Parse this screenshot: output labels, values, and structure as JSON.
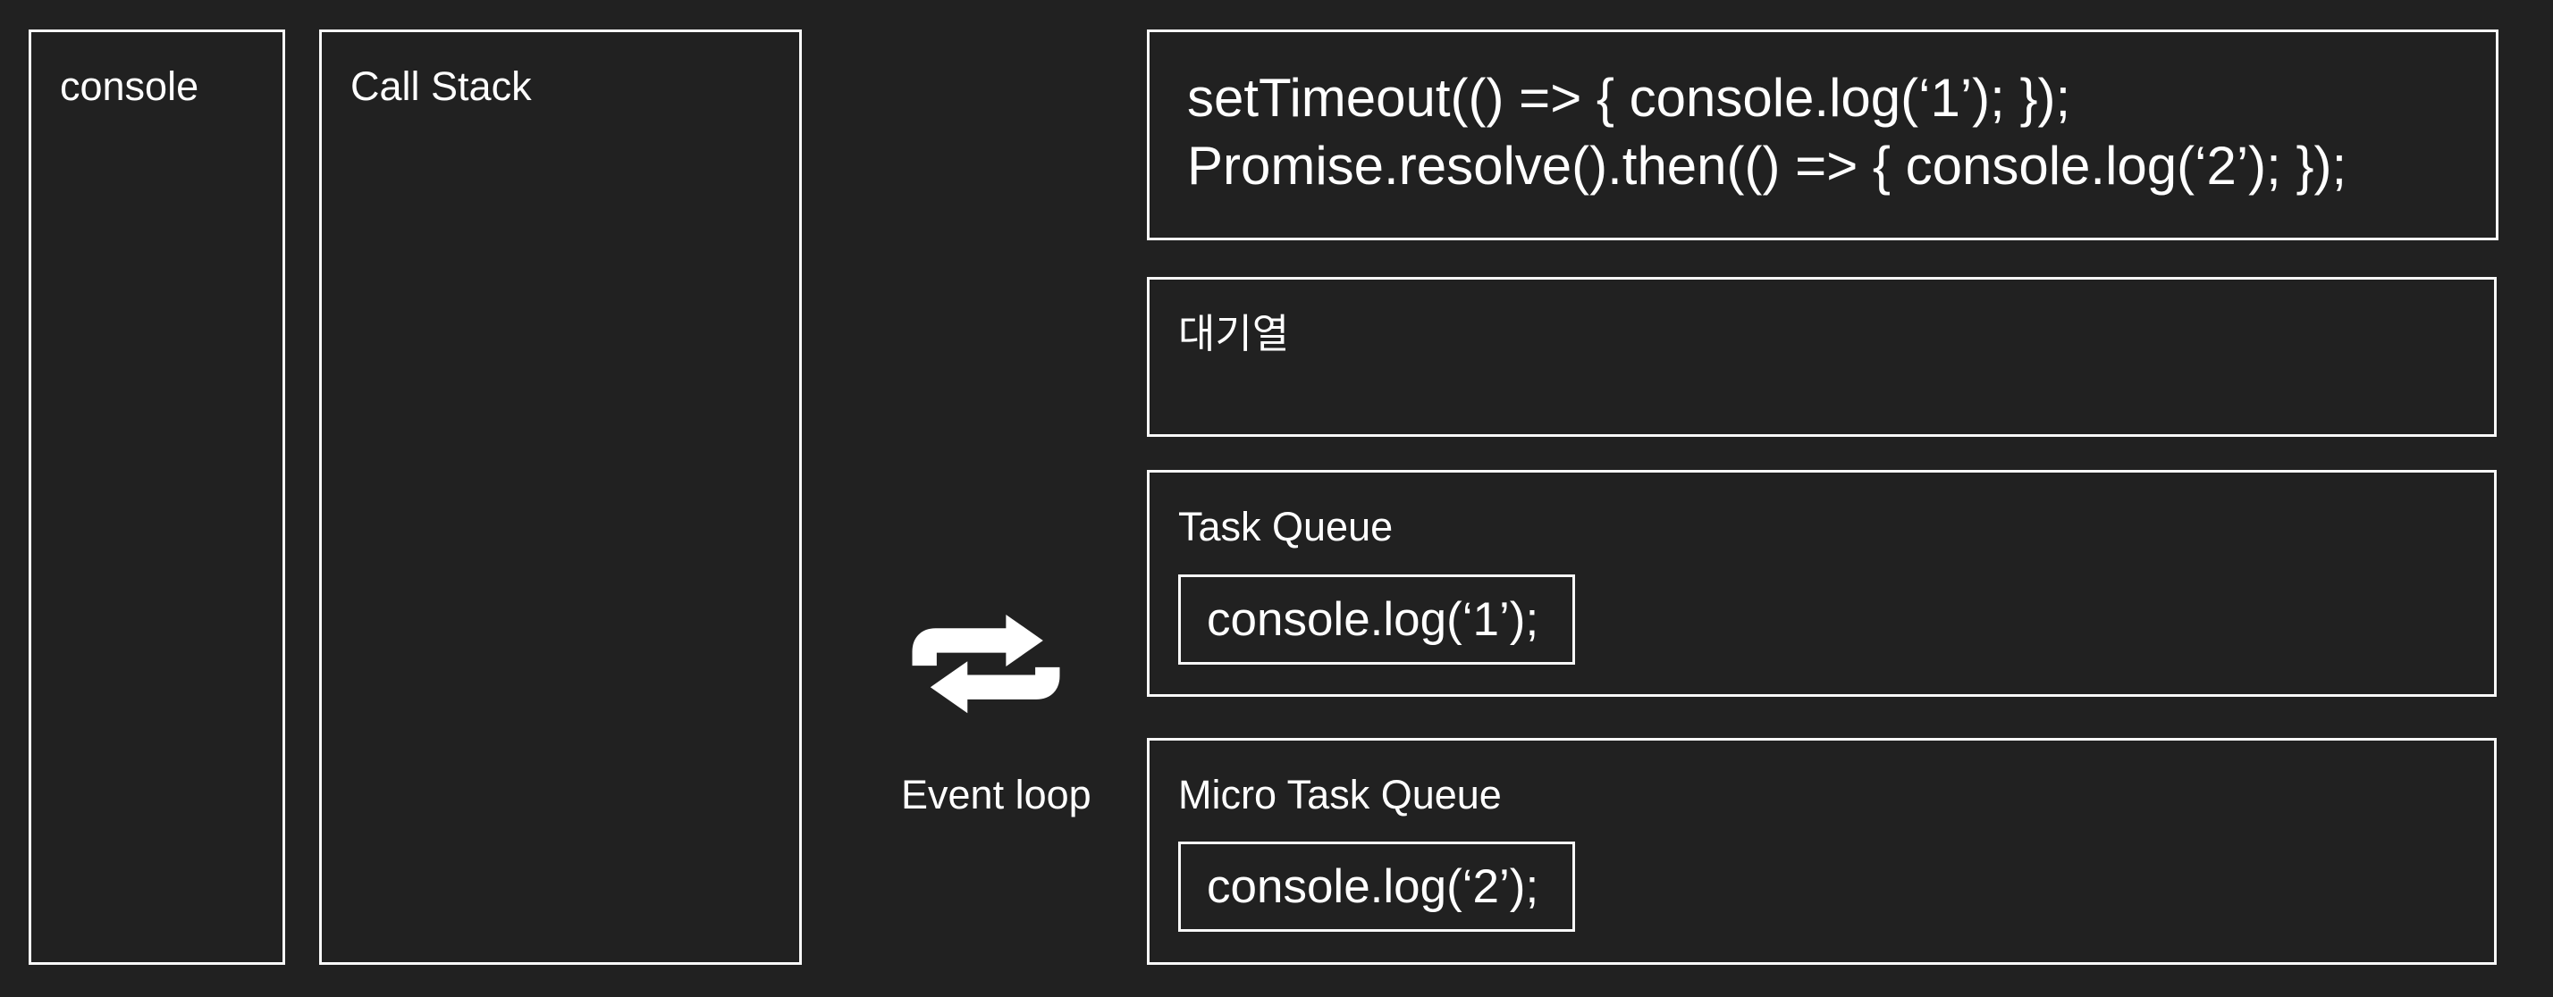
{
  "theme": {
    "background": "#212121",
    "border_color": "#f8f8f8",
    "text_color": "#ffffff"
  },
  "panels": {
    "console": {
      "label": "console"
    },
    "call_stack": {
      "label": "Call Stack"
    },
    "wait_queue": {
      "label": "대기열"
    },
    "task_queue": {
      "label": "Task Queue",
      "item": "console.log(‘1’);"
    },
    "micro_task_queue": {
      "label": "Micro Task Queue",
      "item": "console.log(‘2’);"
    }
  },
  "code": {
    "lines": [
      "setTimeout(() => { console.log(‘1’); });",
      "Promise.resolve().then(() => { console.log(‘2’); });"
    ]
  },
  "event_loop": {
    "label": "Event loop",
    "icon": "loop-arrows-icon"
  }
}
